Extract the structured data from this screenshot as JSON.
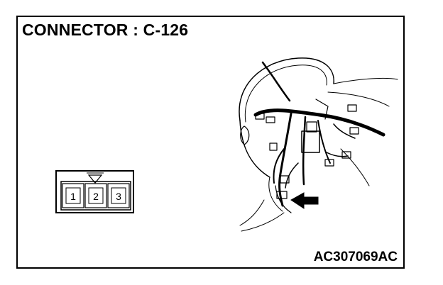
{
  "title": "CONNECTOR : C-126",
  "figure_code": "AC307069AC",
  "connector": {
    "pins": [
      "1",
      "2",
      "3"
    ]
  }
}
